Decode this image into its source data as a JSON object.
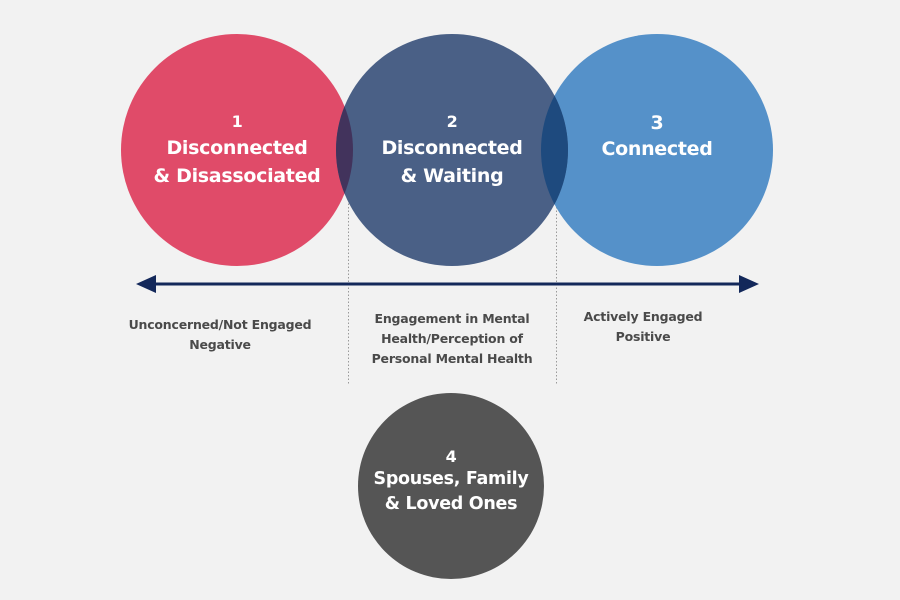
{
  "colors": {
    "background": "#f2f2f2",
    "stage1": "#e04b69",
    "stage2": "#4a6086",
    "stage3": "#5591c9",
    "stage4": "#555555",
    "overlap12": "#42335c",
    "overlap23": "#1e4a7e",
    "arrow": "#13285a",
    "divider": "#9a9a9a",
    "label_text": "#4a4a4a"
  },
  "stages": [
    {
      "number": "1",
      "title_line1": "Disconnected",
      "title_line2": "& Disassociated"
    },
    {
      "number": "2",
      "title_line1": "Disconnected",
      "title_line2": "& Waiting"
    },
    {
      "number": "3",
      "title_line1": "Connected",
      "title_line2": ""
    },
    {
      "number": "4",
      "title_line1": "Spouses, Family",
      "title_line2": "& Loved Ones"
    }
  ],
  "axis": {
    "left": {
      "line1": "Unconcerned/Not Engaged",
      "line2": "Negative"
    },
    "center": {
      "line1": "Engagement in Mental",
      "line2": "Health/Perception of",
      "line3": "Personal Mental Health"
    },
    "right": {
      "line1": "Actively Engaged",
      "line2": "Positive"
    }
  }
}
